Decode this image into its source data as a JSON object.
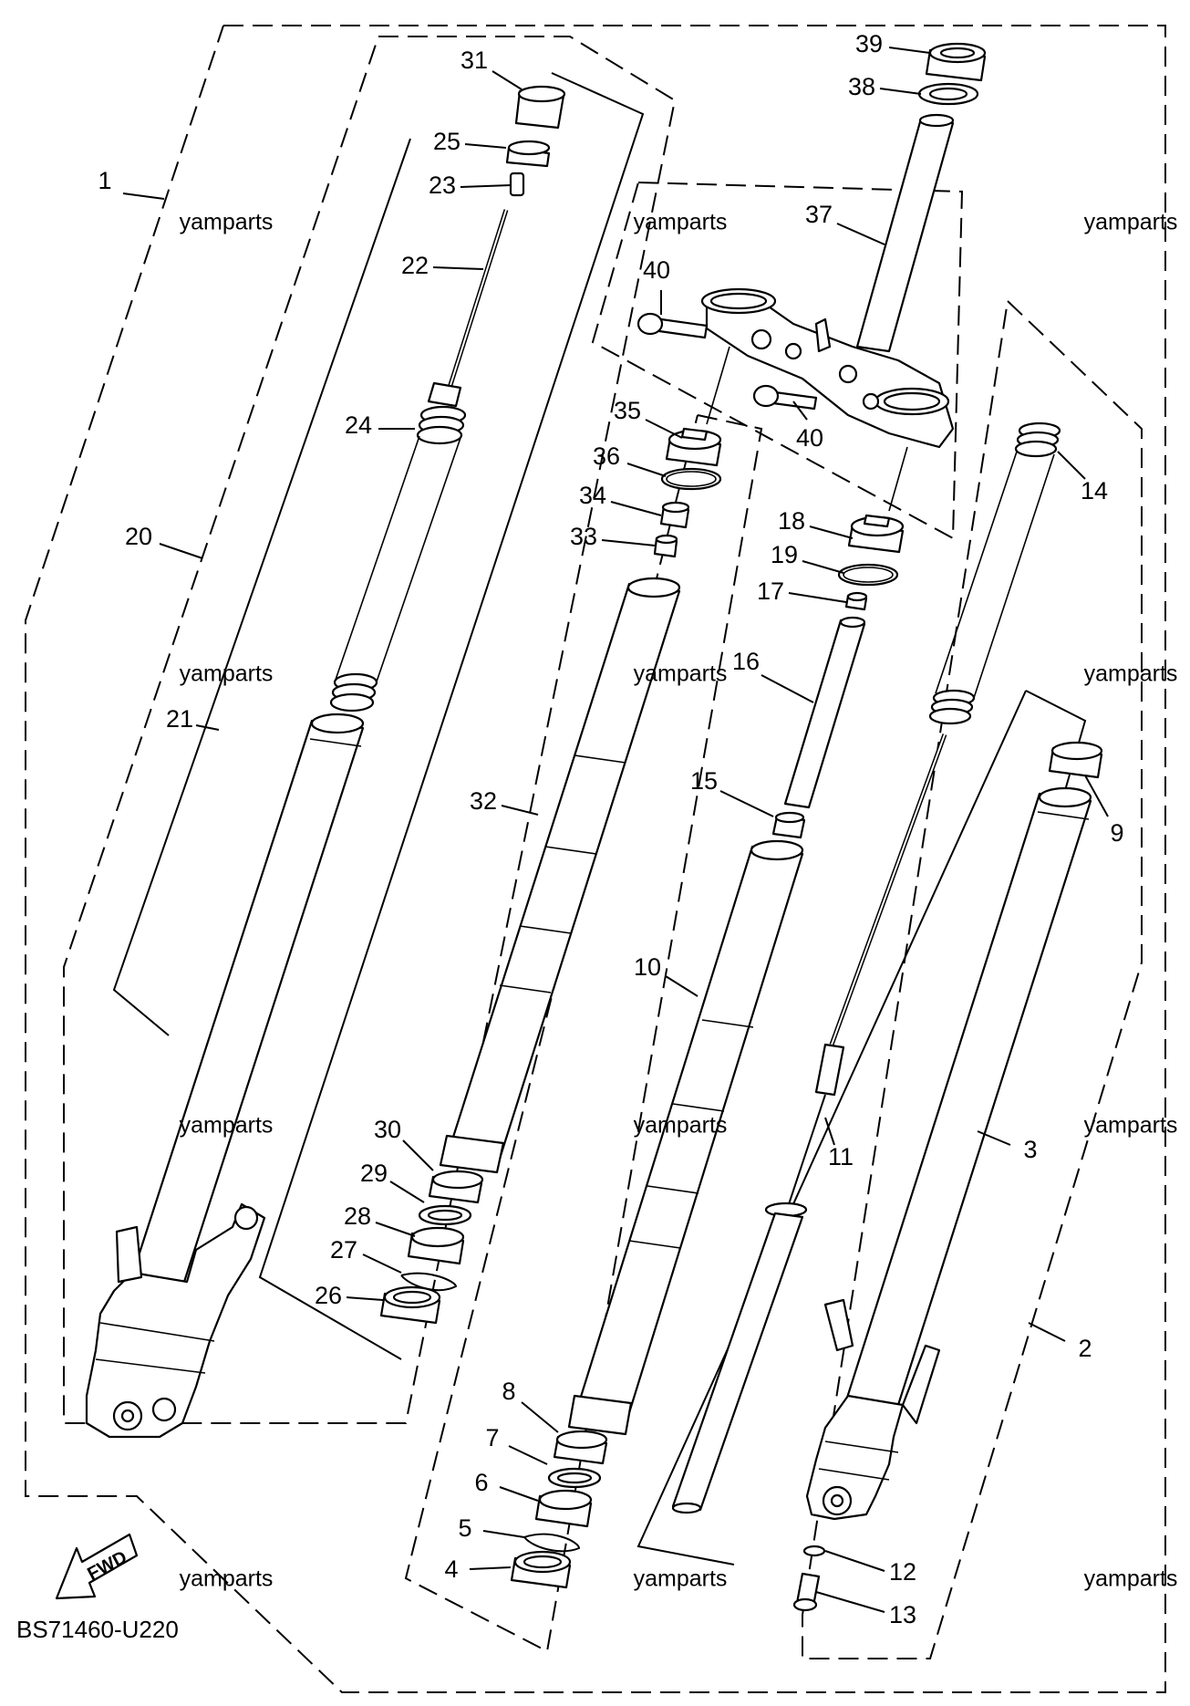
{
  "diagram": {
    "code": "BS71460-U220",
    "fwd_label": "FWD",
    "watermark": "yamparts",
    "labels": [
      "1",
      "2",
      "3",
      "4",
      "5",
      "6",
      "7",
      "8",
      "9",
      "10",
      "11",
      "12",
      "13",
      "14",
      "15",
      "16",
      "17",
      "18",
      "19",
      "20",
      "21",
      "22",
      "23",
      "24",
      "25",
      "26",
      "27",
      "28",
      "29",
      "30",
      "31",
      "32",
      "33",
      "34",
      "35",
      "36",
      "37",
      "38",
      "39",
      "40",
      "40"
    ]
  }
}
